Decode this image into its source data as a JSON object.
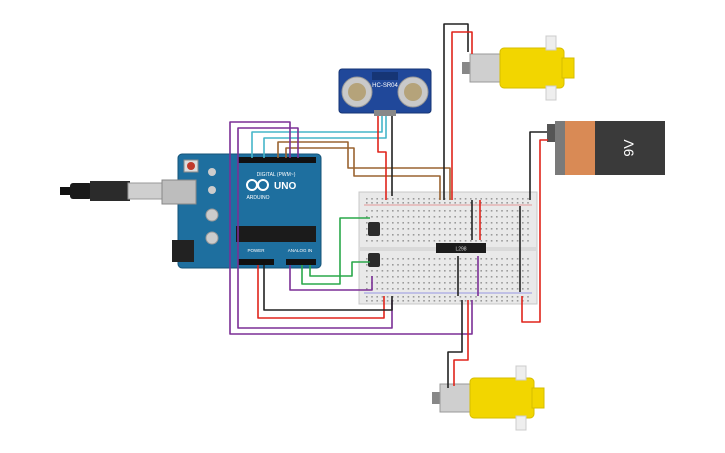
{
  "arduino": {
    "logo_text": "UNO",
    "brand_text": "ARDUINO",
    "digital_label": "DIGITAL (PWM~)",
    "power_label": "POWER",
    "analog_label": "ANALOG IN"
  },
  "sensor": {
    "label": "HC-SR04"
  },
  "battery": {
    "label": "9V"
  },
  "driver": {
    "label": "L298"
  },
  "colors": {
    "arduino_blue": "#1e6f9f",
    "breadboard": "#e9e9e9",
    "motor_yellow": "#f2d600",
    "sensor_blue": "#20489a",
    "battery_dark": "#3a3a3a",
    "battery_copper": "#d98a55",
    "wire_red": "#e0241b",
    "wire_black": "#222222",
    "wire_purple": "#7b2f96",
    "wire_brown": "#9a6330",
    "wire_cyan": "#45b6c9",
    "wire_green": "#2aa84a"
  }
}
